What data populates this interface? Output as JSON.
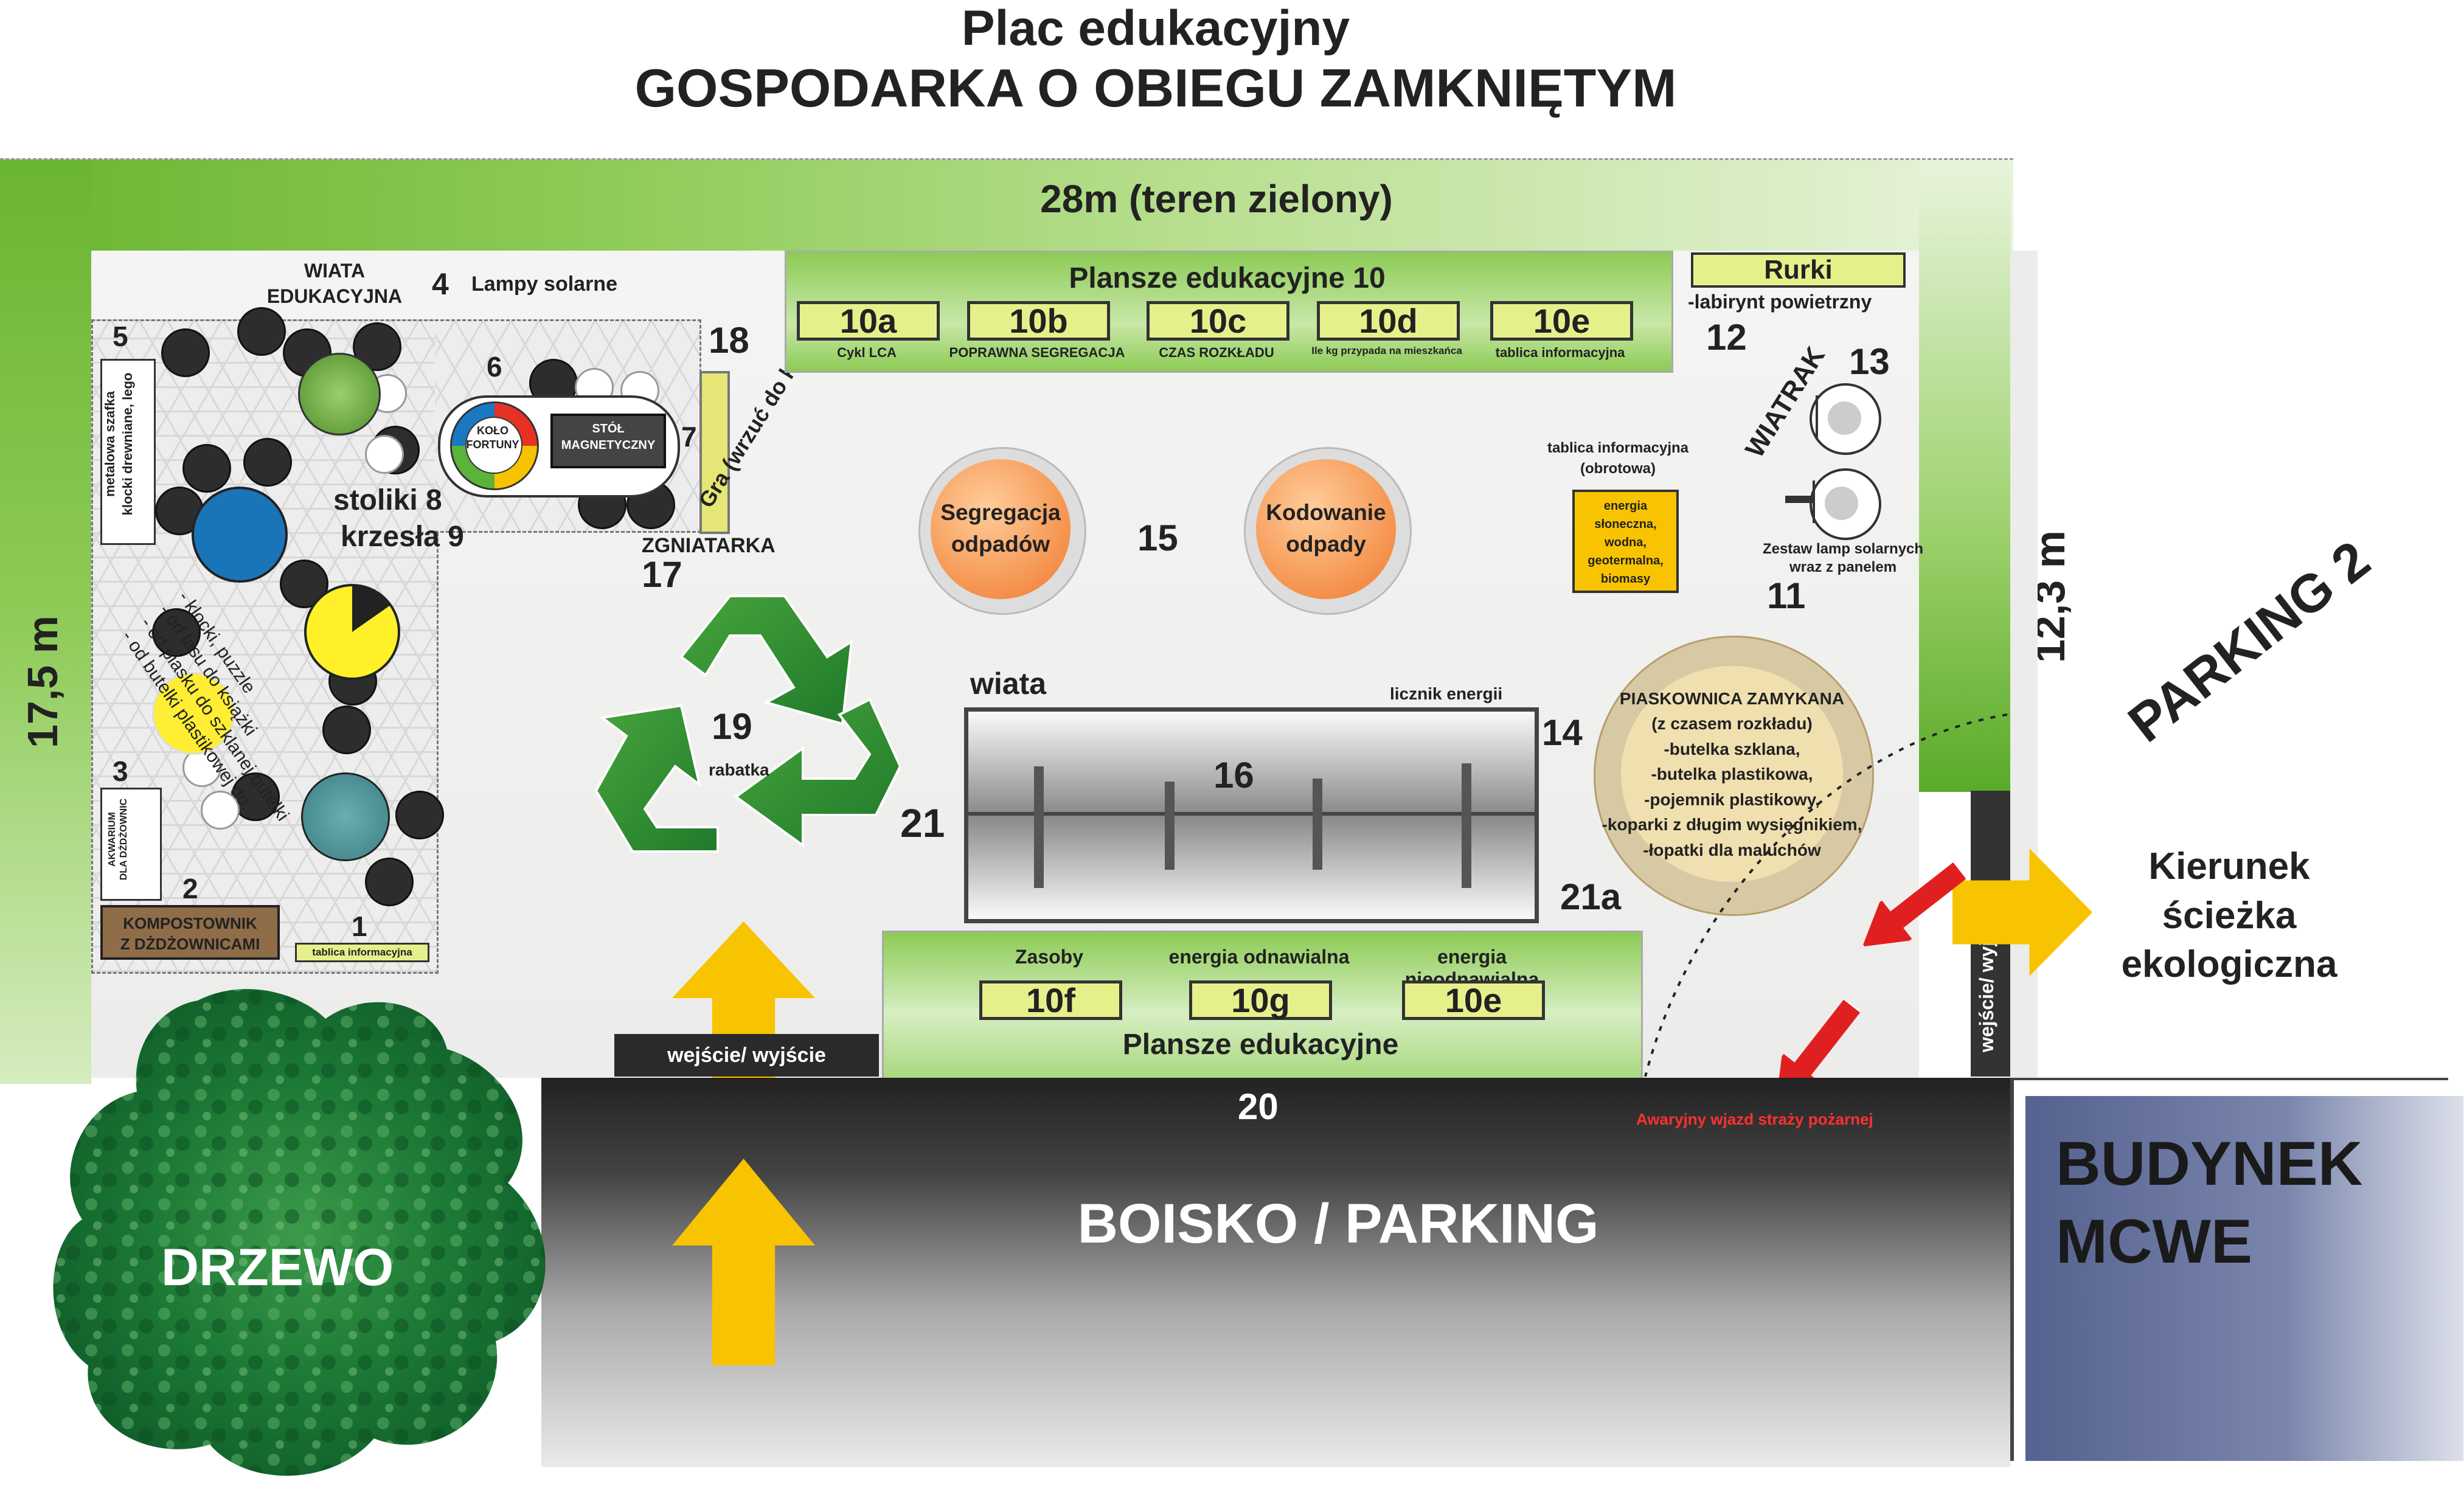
{
  "header": {
    "line1": "Plac edukacyjny",
    "line2": "GOSPODARKA O OBIEGU ZAMKNIĘTYM"
  },
  "dimensions": {
    "top": "28m (teren zielony)",
    "left": "17,5 m",
    "right": "12,3 m"
  },
  "zones": {
    "wiata_edukacyjna": "WIATA\nEDUKACYJNA",
    "lampy_num": "4",
    "lampy": "Lampy solarne",
    "n5": "5",
    "szafka": "metalowa szafka\nklocki drewniane, lego",
    "n6": "6",
    "kolo": "KOŁO\nFORTUNY",
    "stol": "STÓŁ\nMAGNETYCZNY",
    "n7": "7",
    "n18": "18",
    "gra": "Gra (wrzuć do kosza)",
    "stoliki": "stoliki 8",
    "krzesla": "krzesła 9",
    "puzzle": "- klocki, puzzle\n- od lasu do książki\n- od piasku do szklanej butelki\n- od butelki plastikowej do...",
    "n3": "3",
    "akwarium": "AKWARIUM\nDLA DŻDŻOWNIC",
    "n2": "2",
    "kompost": "KOMPOSTOWNIK\nZ DŻDŻOWNICAMI",
    "n1": "1",
    "tablica1": "tablica informacyjna",
    "zgniatarka": "ZGNIATARKA",
    "n17": "17",
    "n19": "19",
    "rabatka": "rabatka",
    "segregacja": "Segregacja\nodpadów",
    "n15": "15",
    "kodowanie": "Kodowanie\nodpady",
    "wiata": "wiata",
    "licznik": "licznik energii",
    "n16": "16",
    "n21": "21",
    "n21a": "21a",
    "n14": "14",
    "piaskownica": "PIASKOWNICA ZAMYKANA\n(z czasem rozkładu)\n-butelka szklana,\n-butelka plastikowa,\n-pojemnik plastikowy,\n-koparki z długim wysięgnikiem,\n-łopatki dla maluchów",
    "tablica_obr": "tablica informacyjna\n(obrotowa)",
    "energia_box": "energia słoneczna,\nwodna,\ngeotermalna,\nbiomasy",
    "rurki": "Rurki",
    "labirynt": "-labirynt powietrzny",
    "n12": "12",
    "wiatrak": "WIATRAK",
    "n13": "13",
    "zestaw": "Zestaw lamp solarnych\nwraz z panelem",
    "n11": "11",
    "parking2": "PARKING 2",
    "kierunek": "Kierunek\nścieżka\nekologiczna",
    "wejscie_v": "wejście/ wyjście",
    "wejscie_h": "wejście/ wyjście",
    "n20": "20",
    "boisko": "BOISKO / PARKING",
    "awaryjny": "Awaryjny wjazd straży pożarnej",
    "budynek": "BUDYNEK\nMCWE",
    "drzewo": "DRZEWO"
  },
  "plansze_top": {
    "title": "Plansze edukacyjne  10",
    "items": [
      {
        "label": "10a",
        "sub": "Cykl LCA"
      },
      {
        "label": "10b",
        "sub": "POPRAWNA SEGREGACJA"
      },
      {
        "label": "10c",
        "sub": "CZAS ROZKŁADU"
      },
      {
        "label": "10d",
        "sub": "Ile kg przypada na mieszkańca"
      },
      {
        "label": "10e",
        "sub": "tablica informacyjna"
      }
    ]
  },
  "plansze_bottom": {
    "title": "Plansze edukacyjne",
    "items": [
      {
        "label": "10f",
        "head": "Zasoby"
      },
      {
        "label": "10g",
        "head": "energia odnawialna"
      },
      {
        "label": "10e",
        "head": "energia nieodnawialna"
      }
    ]
  },
  "colors": {
    "green": "#7fc241",
    "green_dark": "#2e8b2e",
    "yellow": "#f7c400",
    "orange": "#f0904a",
    "red": "#e02020",
    "dark": "#222222",
    "building": "#5a6a95"
  },
  "icons": {
    "recycle": "recycle-icon",
    "arrow": "arrow-up-icon"
  }
}
